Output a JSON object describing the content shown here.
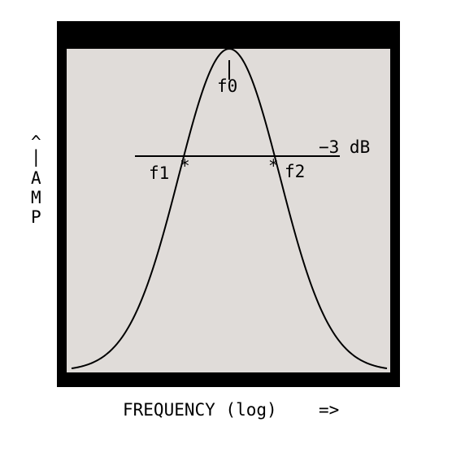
{
  "diagram": {
    "colors": {
      "frame": "#000000",
      "plot_bg": "#e0dcd9",
      "curve": "#000000",
      "page_bg": "#ffffff"
    },
    "labels": {
      "f0": "f0",
      "f1": "f1",
      "f2": "f2",
      "db": "−3 dB",
      "x_axis": "FREQUENCY (log)",
      "x_arrow": "=>",
      "y_arrow": "^",
      "y_bar": "|",
      "y_axis_letters": [
        "A",
        "M",
        "P"
      ]
    },
    "markers": {
      "star": "*"
    }
  }
}
